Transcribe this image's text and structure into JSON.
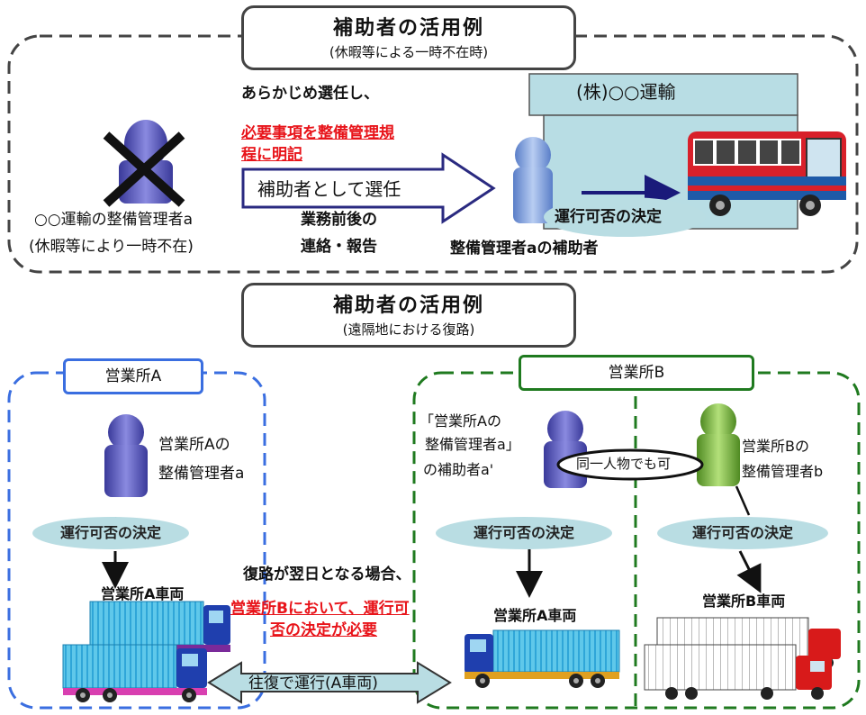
{
  "top": {
    "title_main": "補助者の活用例",
    "title_sub": "(休暇等による一時不在時)",
    "preselect": "あらかじめ選任し、",
    "red_line1": "必要事項を整備管理規",
    "red_line2": "程に明記",
    "arrow_label": "補助者として選任",
    "absent_line1": "○○運輸の整備管理者a",
    "absent_line2": "(休暇等により一時不在)",
    "contact_line1": "業務前後の",
    "contact_line2": "連絡・報告",
    "company": "(株)○○運輸",
    "decision": "運行可否の決定",
    "assistant": "整備管理者aの補助者"
  },
  "bottom": {
    "title_main": "補助者の活用例",
    "title_sub": "(遠隔地における復路)",
    "office_a": "営業所A",
    "office_b": "営業所B",
    "manager_a_line1": "営業所Aの",
    "manager_a_line2": "整備管理者a",
    "decision_a": "運行可否の決定",
    "vehicle_a_left": "営業所A車両",
    "return_note": "復路が翌日となる場合、",
    "red_line1": "営業所Bにおいて、運行可",
    "red_line2": "否の決定が必要",
    "assistant_line1": "「営業所Aの",
    "assistant_line2": "整備管理者a」",
    "assistant_line3": "の補助者a'",
    "same_person": "同一人物でも可",
    "manager_b_line1": "営業所Bの",
    "manager_b_line2": "整備管理者b",
    "decision_b1": "運行可否の決定",
    "decision_b2": "運行可否の決定",
    "vehicle_a_right": "営業所A車両",
    "vehicle_b": "営業所B車両",
    "round_trip": "往復で運行(A車両)"
  }
}
